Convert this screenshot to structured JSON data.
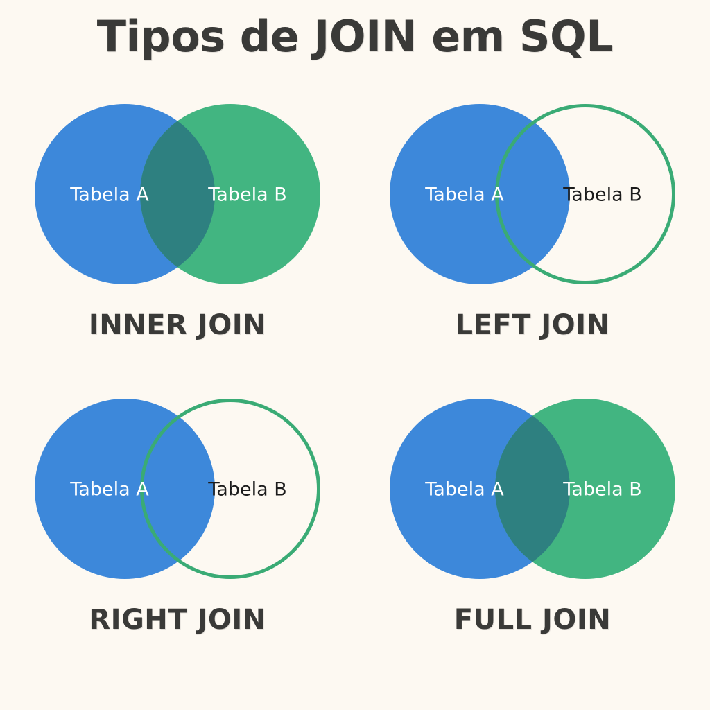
{
  "title": "Tipos de JOIN em SQL",
  "palette": {
    "background": "#fdf9f2",
    "blue_fill": "#3d88da",
    "green_fill": "#42b581",
    "overlap_teal": "#2e8080",
    "green_stroke": "#3aab75",
    "title_text": "#3a3a38",
    "label_light": "#ffffff",
    "label_dark": "#1c1c1c"
  },
  "labels": {
    "table_a": "Tabela A",
    "table_b": "Tabela B"
  },
  "diagrams": [
    {
      "id": "inner-join",
      "caption": "INNER JOIN",
      "left_label": "Tabela A",
      "right_label": "Tabela B",
      "left_fill": "#3d88da",
      "right_fill": "#42b581",
      "overlap_fill": "#2e8080",
      "left_style": "filled",
      "right_style": "filled",
      "left_label_color": "#ffffff",
      "right_label_color": "#ffffff"
    },
    {
      "id": "left-join",
      "caption": "LEFT JOIN",
      "left_label": "Tabela A",
      "right_label": "Tabela B",
      "left_fill": "#3d88da",
      "right_fill": "none",
      "overlap_fill": "#3d88da",
      "left_style": "filled",
      "right_style": "outline",
      "left_label_color": "#ffffff",
      "right_label_color": "#1c1c1c"
    },
    {
      "id": "right-join",
      "caption": "RIGHT JOIN",
      "left_label": "Tabela A",
      "right_label": "Tabela B",
      "left_fill": "#3d88da",
      "right_fill": "none",
      "overlap_fill": "#3d88da",
      "left_style": "filled",
      "right_style": "outline",
      "left_label_color": "#ffffff",
      "right_label_color": "#1c1c1c"
    },
    {
      "id": "full-join",
      "caption": "FULL JOIN",
      "left_label": "Tabela A",
      "right_label": "Tabela B",
      "left_fill": "#3d88da",
      "right_fill": "#42b581",
      "overlap_fill": "#2e8080",
      "left_style": "filled",
      "right_style": "filled",
      "left_label_color": "#ffffff",
      "right_label_color": "#ffffff"
    }
  ]
}
